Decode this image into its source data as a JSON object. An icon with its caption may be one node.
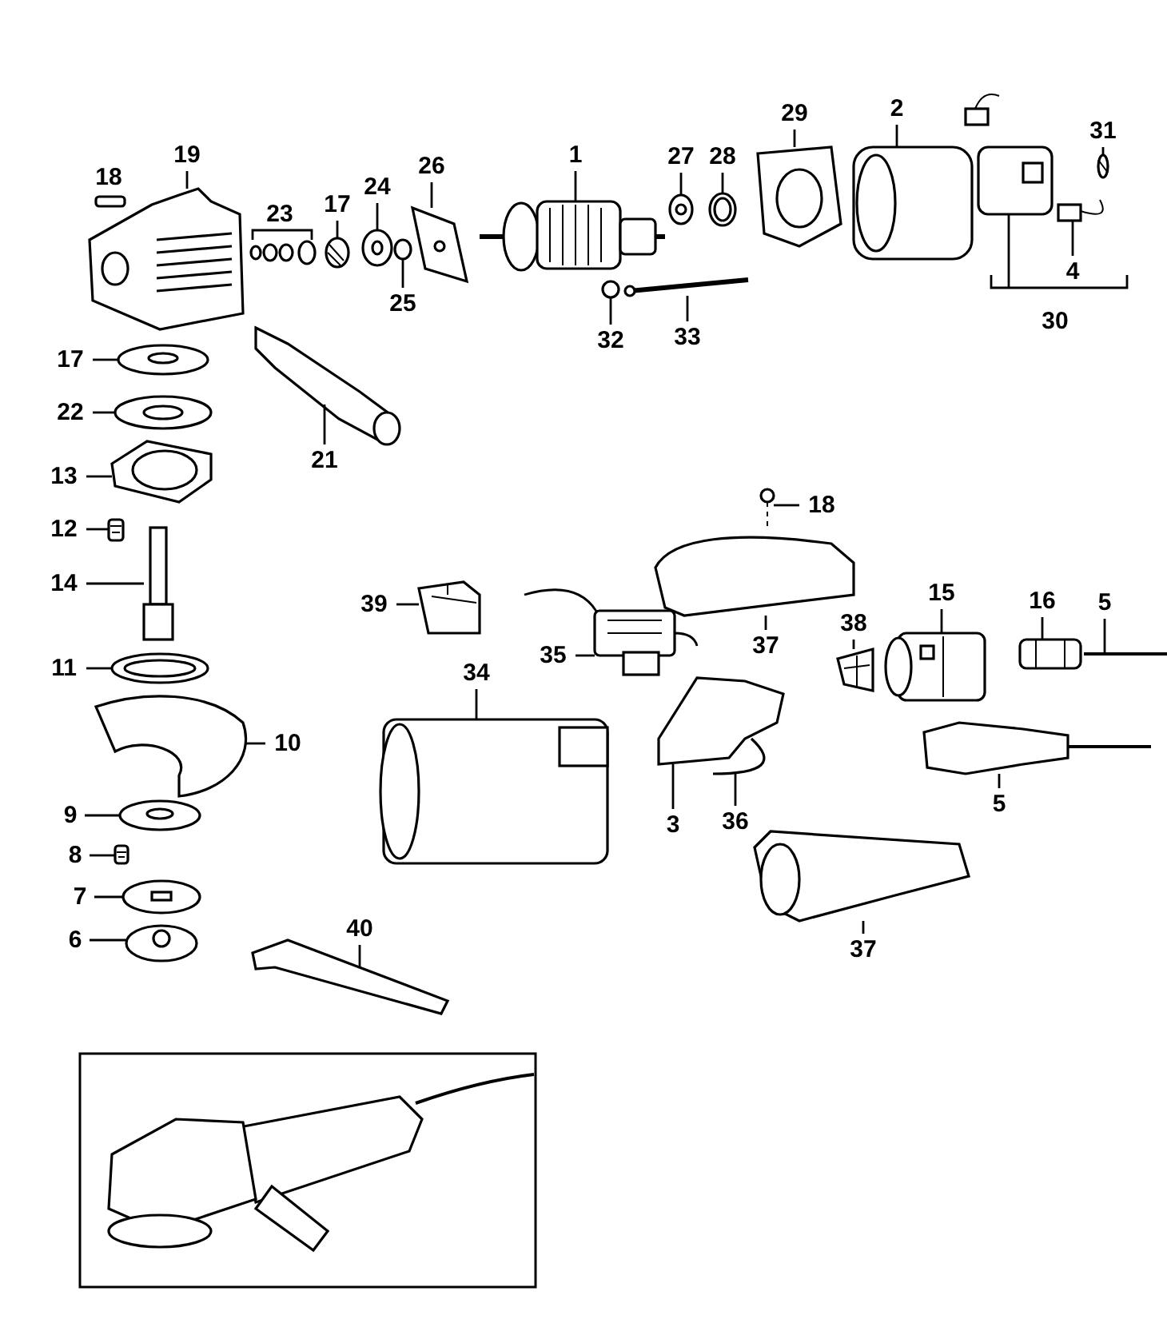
{
  "diagram": {
    "nodes": [
      {
        "text": [
          "18"
        ]
      },
      {
        "text": [
          "19"
        ]
      },
      {
        "text": [
          "23"
        ]
      },
      {
        "text": [
          "17"
        ]
      },
      {
        "text": [
          "24"
        ]
      },
      {
        "text": [
          "25"
        ]
      },
      {
        "text": [
          "26"
        ]
      },
      {
        "text": [
          "1"
        ]
      },
      {
        "text": [
          "27"
        ]
      },
      {
        "text": [
          "28"
        ]
      },
      {
        "text": [
          "29"
        ]
      },
      {
        "text": [
          "2"
        ]
      },
      {
        "text": [
          "31"
        ]
      },
      {
        "text": [
          "4"
        ]
      },
      {
        "text": [
          "30"
        ]
      },
      {
        "text": [
          "32"
        ]
      },
      {
        "text": [
          "33"
        ]
      },
      {
        "text": [
          "17"
        ]
      },
      {
        "text": [
          "22"
        ]
      },
      {
        "text": [
          "21"
        ]
      },
      {
        "text": [
          "13"
        ]
      },
      {
        "text": [
          "12"
        ]
      },
      {
        "text": [
          "14"
        ]
      },
      {
        "text": [
          "11"
        ]
      },
      {
        "text": [
          "10"
        ]
      },
      {
        "text": [
          "9"
        ]
      },
      {
        "text": [
          "8"
        ]
      },
      {
        "text": [
          "7"
        ]
      },
      {
        "text": [
          "6"
        ]
      },
      {
        "text": [
          "40"
        ]
      },
      {
        "text": [
          "18"
        ]
      },
      {
        "text": [
          "39"
        ]
      },
      {
        "text": [
          "35"
        ]
      },
      {
        "text": [
          "37"
        ]
      },
      {
        "text": [
          "38"
        ]
      },
      {
        "text": [
          "15"
        ]
      },
      {
        "text": [
          "16"
        ]
      },
      {
        "text": [
          "5"
        ]
      },
      {
        "text": [
          "34"
        ]
      },
      {
        "text": [
          "3"
        ]
      },
      {
        "text": [
          "36"
        ]
      },
      {
        "text": [
          "5"
        ]
      },
      {
        "text": [
          "37"
        ]
      },
      {
        "text": [],
        "shape": "picture"
      },
      {
        "text": [],
        "shape": "picture"
      },
      {
        "text": [],
        "shape": "picture"
      },
      {
        "text": [],
        "shape": "picture"
      },
      {
        "text": [],
        "shape": "picture"
      },
      {
        "text": [],
        "shape": "picture"
      },
      {
        "text": [],
        "shape": "picture"
      },
      {
        "text": [],
        "shape": "picture"
      },
      {
        "text": [],
        "shape": "picture"
      },
      {
        "text": [],
        "shape": "picture"
      },
      {
        "text": [],
        "shape": "picture"
      },
      {
        "text": [],
        "shape": "picture"
      },
      {
        "text": [],
        "shape": "picture"
      },
      {
        "text": [],
        "shape": "picture"
      },
      {
        "text": [],
        "shape": "picture"
      },
      {
        "text": [],
        "shape": "picture"
      },
      {
        "text": [],
        "shape": "picture"
      },
      {
        "text": [],
        "shape": "picture"
      },
      {
        "text": [],
        "shape": "picture"
      },
      {
        "text": [],
        "shape": "picture"
      },
      {
        "text": [],
        "shape": "picture"
      },
      {
        "text": [],
        "shape": "picture"
      },
      {
        "text": [],
        "shape": "picture"
      },
      {
        "text": [],
        "shape": "picture"
      },
      {
        "text": [],
        "shape": "picture"
      },
      {
        "text": [],
        "shape": "picture"
      },
      {
        "text": [],
        "shape": "picture"
      },
      {
        "text": [],
        "shape": "picture"
      },
      {
        "text": [],
        "shape": "picture"
      },
      {
        "text": [],
        "shape": "picture"
      },
      {
        "text": [],
        "shape": "picture"
      },
      {
        "text": [],
        "shape": "picture"
      },
      {
        "text": [],
        "shape": "picture"
      },
      {
        "text": [],
        "shape": "picture"
      },
      {
        "text": [],
        "shape": "picture"
      },
      {
        "text": [],
        "shape": "picture"
      },
      {
        "text": [],
        "shape": "picture"
      },
      {
        "text": [],
        "shape": "picture"
      },
      {
        "text": [],
        "shape": "picture"
      },
      {
        "text": [],
        "shape": "picture"
      }
    ],
    "edges": [
      {
        "from": 1,
        "to": 43,
        "arrow": "none"
      },
      {
        "from": 3,
        "to": 44,
        "arrow": "none"
      },
      {
        "from": 4,
        "to": 45,
        "arrow": "none"
      },
      {
        "from": 5,
        "to": 46,
        "arrow": "none"
      },
      {
        "from": 6,
        "to": 47,
        "arrow": "none"
      },
      {
        "from": 7,
        "to": 48,
        "arrow": "none"
      },
      {
        "from": 8,
        "to": 49,
        "arrow": "none"
      },
      {
        "from": 9,
        "to": 50,
        "arrow": "none"
      },
      {
        "from": 10,
        "to": 51,
        "arrow": "none"
      },
      {
        "from": 11,
        "to": 52,
        "arrow": "none"
      },
      {
        "from": 12,
        "to": 53,
        "arrow": "none"
      },
      {
        "from": 13,
        "to": 54,
        "arrow": "none"
      },
      {
        "from": 15,
        "to": 55,
        "arrow": "none"
      },
      {
        "from": 16,
        "to": 56,
        "arrow": "none"
      },
      {
        "from": 17,
        "to": 57,
        "arrow": "none"
      },
      {
        "from": 18,
        "to": 58,
        "arrow": "none"
      },
      {
        "from": 19,
        "to": 59,
        "arrow": "none"
      },
      {
        "from": 20,
        "to": 60,
        "arrow": "none"
      },
      {
        "from": 21,
        "to": 61,
        "arrow": "none"
      },
      {
        "from": 22,
        "to": 62,
        "arrow": "none"
      },
      {
        "from": 23,
        "to": 63,
        "arrow": "none"
      },
      {
        "from": 24,
        "to": 64,
        "arrow": "none"
      },
      {
        "from": 25,
        "to": 65,
        "arrow": "none"
      },
      {
        "from": 26,
        "to": 66,
        "arrow": "none"
      },
      {
        "from": 27,
        "to": 67,
        "arrow": "none"
      },
      {
        "from": 28,
        "to": 68,
        "arrow": "none"
      },
      {
        "from": 29,
        "to": 69,
        "arrow": "none"
      },
      {
        "from": 30,
        "to": 70,
        "arrow": "none"
      },
      {
        "from": 31,
        "to": 71,
        "arrow": "none"
      },
      {
        "from": 32,
        "to": 72,
        "arrow": "none"
      },
      {
        "from": 33,
        "to": 73,
        "arrow": "none"
      },
      {
        "from": 34,
        "to": 74,
        "arrow": "none"
      },
      {
        "from": 35,
        "to": 75,
        "arrow": "none"
      },
      {
        "from": 36,
        "to": 76,
        "arrow": "none"
      },
      {
        "from": 37,
        "to": 77,
        "arrow": "none"
      },
      {
        "from": 38,
        "to": 78,
        "arrow": "none"
      },
      {
        "from": 39,
        "to": 79,
        "arrow": "none"
      },
      {
        "from": 40,
        "to": 80,
        "arrow": "none"
      },
      {
        "from": 41,
        "to": 81,
        "arrow": "none"
      },
      {
        "from": 42,
        "to": 82,
        "arrow": "none"
      }
    ]
  }
}
